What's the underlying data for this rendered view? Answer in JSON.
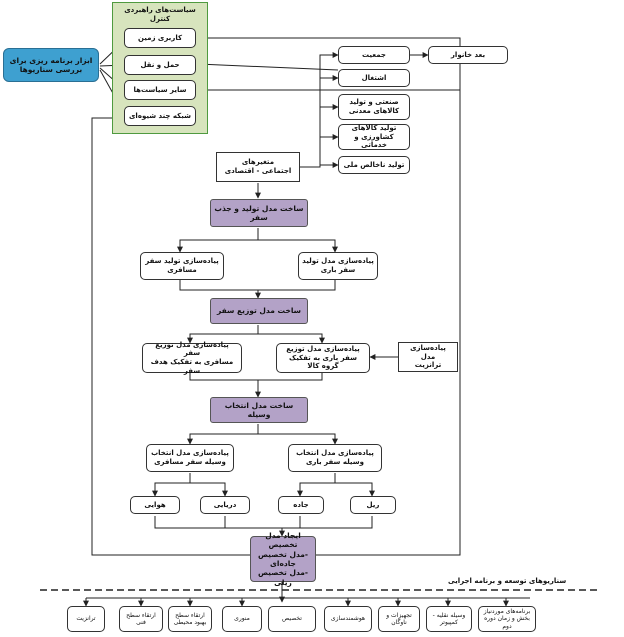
{
  "control_panel": {
    "title": "سیاست‌های راهبردی کنترل",
    "items": [
      "کاربری زمین",
      "حمل و نقل",
      "سایر سیاست‌ها",
      "شبکه چند شیوه‌ای"
    ]
  },
  "tools_box": "ابزار برنامه ریزی برای بررسی سناریوها",
  "socio_box": "متغیرهای\nاجتماعی - اقتصادی",
  "right_items": [
    "جمعیت",
    "اشتغال",
    "صنعتی و تولید کالاهای معدنی",
    "تولید کالاهای کشاورزی و خدماتی",
    "تولید ناخالص ملی"
  ],
  "right_extra": "بعد خانوار",
  "stage1": {
    "title": "ساخت مدل تولید و جذب سفر",
    "left": "پیاده‌سازی تولید سفر\nمسافری",
    "right": "پیاده‌سازی مدل تولید\nسفر باری"
  },
  "stage2": {
    "title": "ساخت مدل توزیع سفر",
    "left": "پیاده‌سازی مدل توزیع سفر\nمسافری به تفکیک هدف سفر",
    "right": "پیاده‌سازی مدل توزیع\nسفر باری به تفکیک گروه کالا",
    "transit": "پیاده‌سازی مدل\nترانزیت"
  },
  "stage3": {
    "title": "ساخت مدل انتخاب وسیله",
    "left": "پیاده‌سازی مدل انتخاب\nوسیله سفر مسافری",
    "right": "پیاده‌سازی مدل انتخاب\nوسیله سفر باری"
  },
  "modes": [
    "هوایی",
    "دریایی",
    "جاده",
    "ریل"
  ],
  "assignment": "ایجاد مدل تخصیص\n-مدل تخصیص جاده‌ای\n-مدل تخصیص ریلی",
  "scenario_label": "سناریوهای توسعه و برنامه اجرایی",
  "bottom_items": [
    "ترانزیت",
    "ارتقاء سطح فنی",
    "ارتقاء سطح بهبود محیطی",
    "منوری",
    "تخصیص",
    "هوشمندسازی",
    "تجهیزات و ناوگان",
    "وسیله نقلیه - کمپیوتر",
    "برنامه‌های موردنیاز بخش و زمان دوره دوم"
  ],
  "colors": {
    "purple": "#b3a2c7",
    "green_fill": "#d7e4bd",
    "green_border": "#4f9a3f",
    "blue": "#3ea0d0"
  }
}
